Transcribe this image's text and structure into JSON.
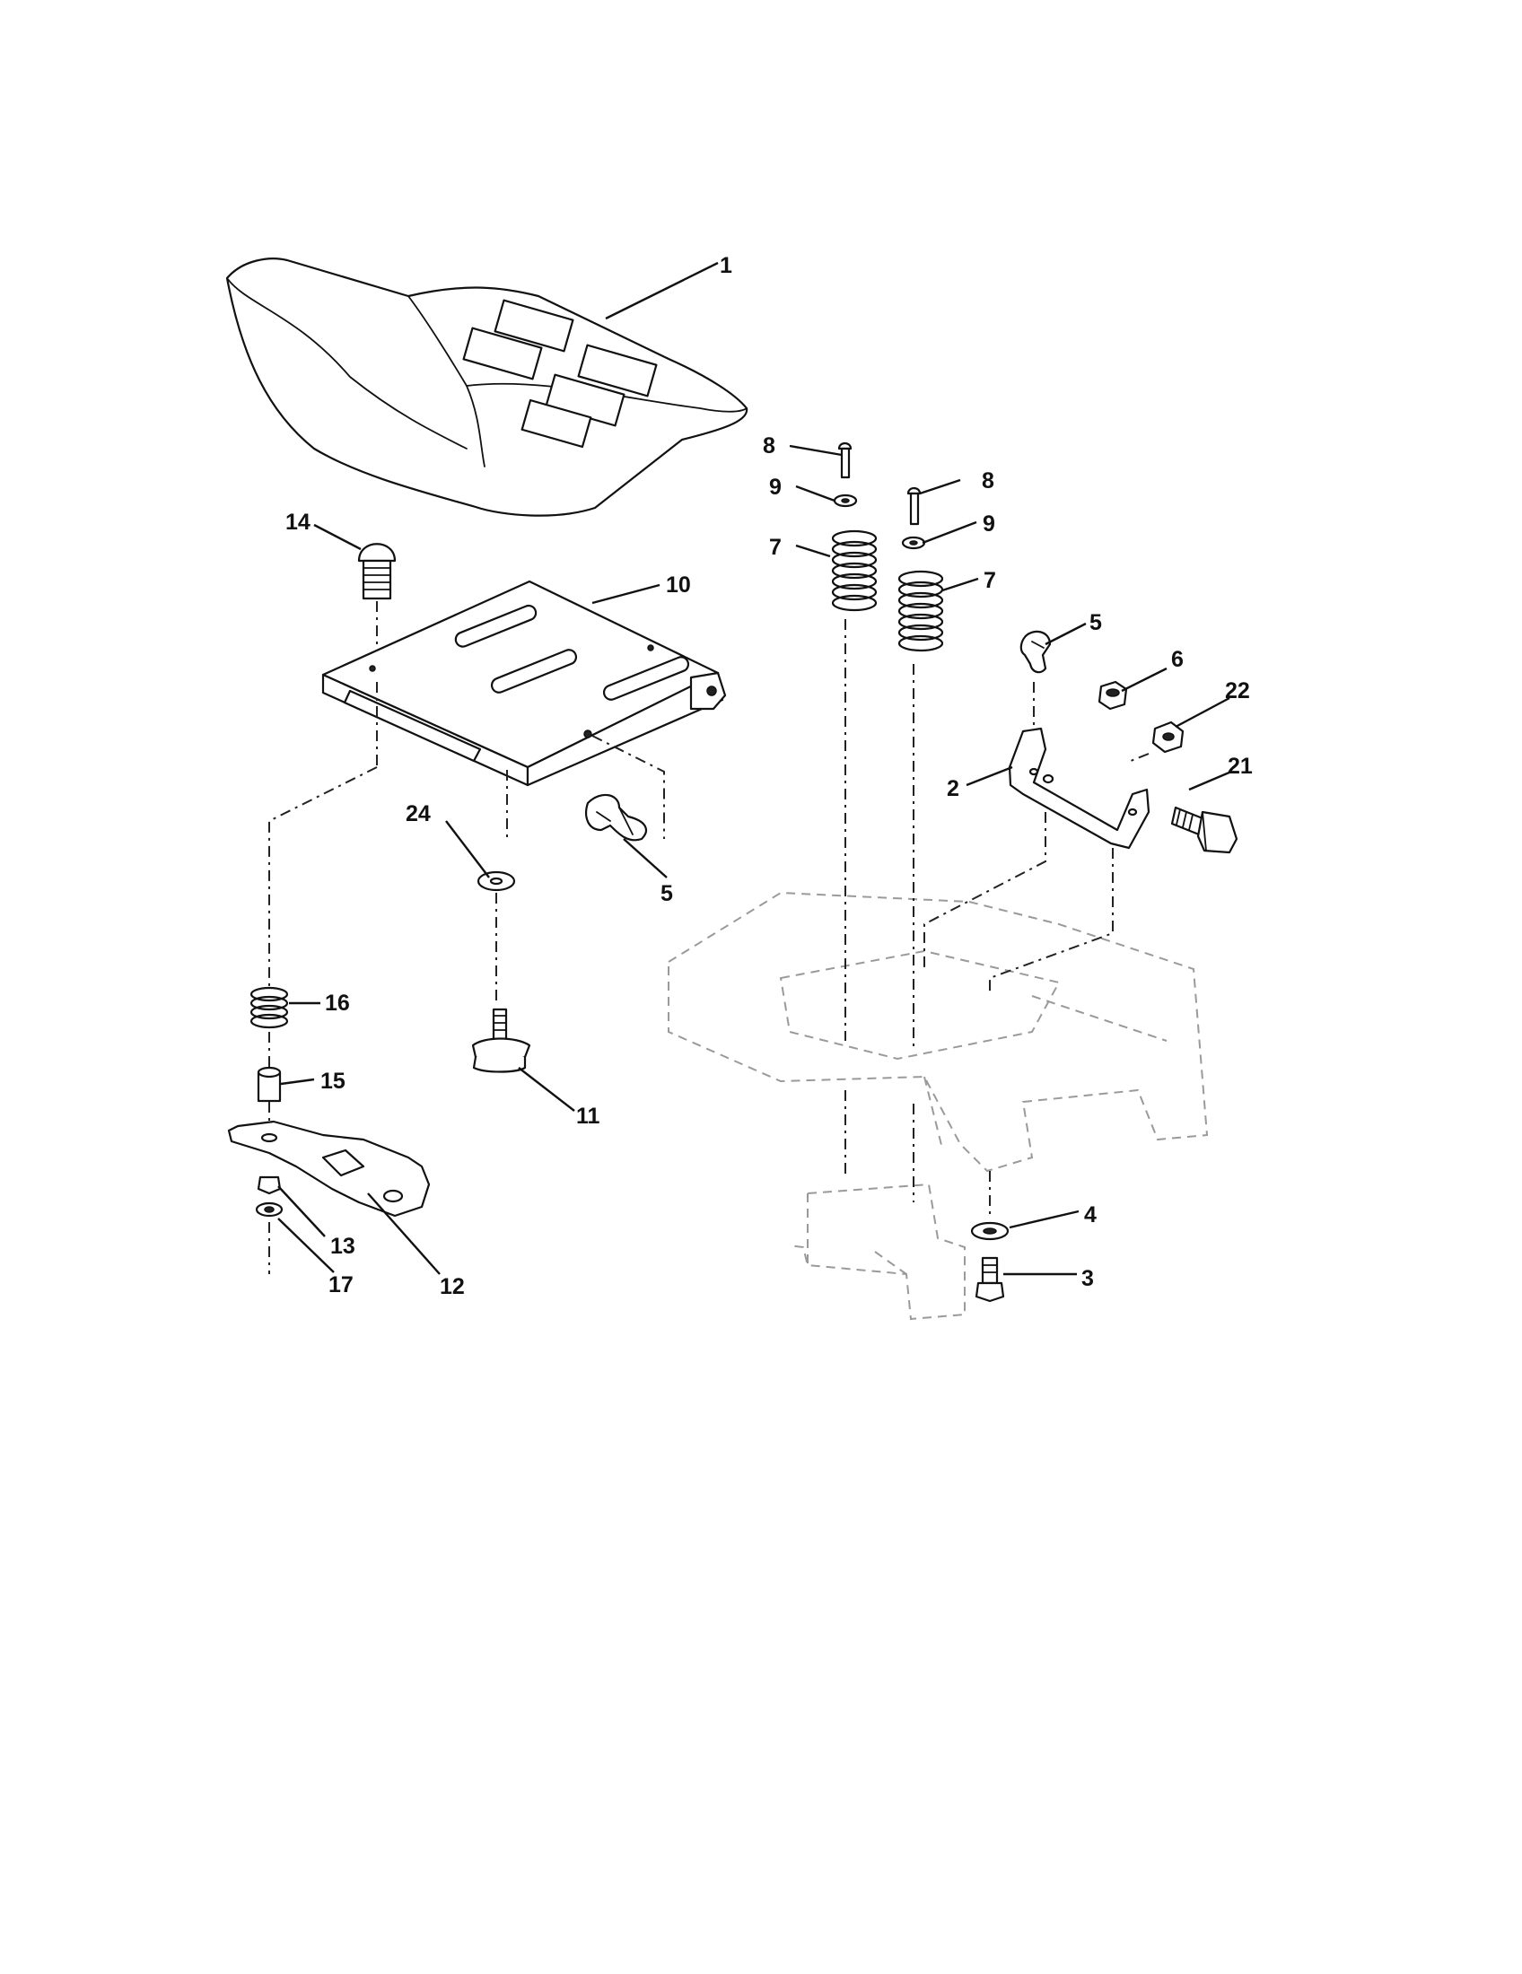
{
  "callouts": [
    {
      "id": "c1",
      "text": "1"
    },
    {
      "id": "c8a",
      "text": "8"
    },
    {
      "id": "c8b",
      "text": "8"
    },
    {
      "id": "c9a",
      "text": "9"
    },
    {
      "id": "c9b",
      "text": "9"
    },
    {
      "id": "c7a",
      "text": "7"
    },
    {
      "id": "c7b",
      "text": "7"
    },
    {
      "id": "c14",
      "text": "14"
    },
    {
      "id": "c10",
      "text": "10"
    },
    {
      "id": "c5a",
      "text": "5"
    },
    {
      "id": "c5b",
      "text": "5"
    },
    {
      "id": "c6",
      "text": "6"
    },
    {
      "id": "c22",
      "text": "22"
    },
    {
      "id": "c2",
      "text": "2"
    },
    {
      "id": "c21",
      "text": "21"
    },
    {
      "id": "c24",
      "text": "24"
    },
    {
      "id": "c16",
      "text": "16"
    },
    {
      "id": "c15",
      "text": "15"
    },
    {
      "id": "c11",
      "text": "11"
    },
    {
      "id": "c4",
      "text": "4"
    },
    {
      "id": "c3",
      "text": "3"
    },
    {
      "id": "c13",
      "text": "13"
    },
    {
      "id": "c12",
      "text": "12"
    },
    {
      "id": "c17",
      "text": "17"
    }
  ]
}
